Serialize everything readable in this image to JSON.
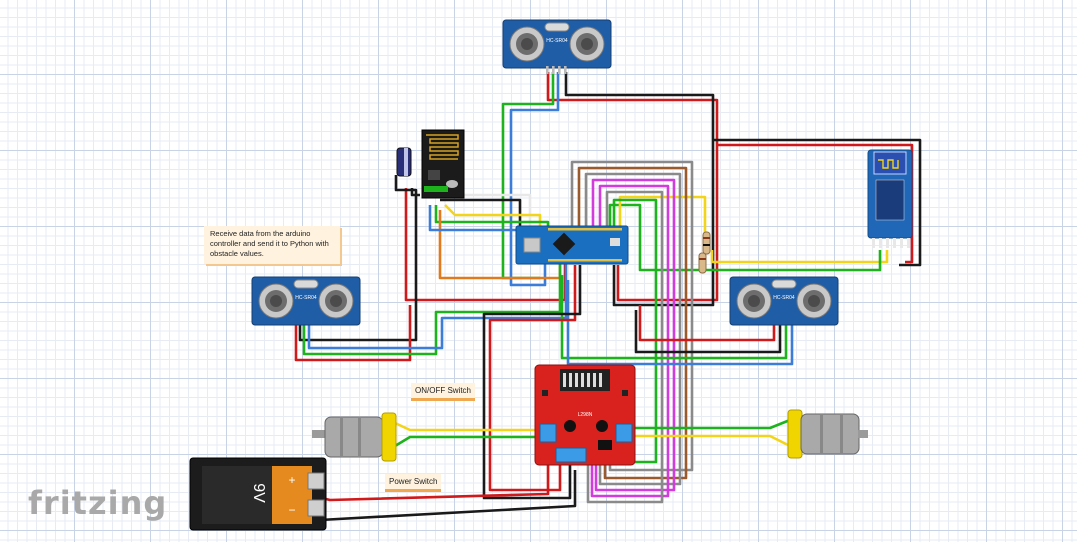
{
  "logo": {
    "text": "fritzing"
  },
  "notes": {
    "arduino_note": "Receive data from the arduino controller and send it to Python with obstacle values.",
    "onoff_switch": "ON/OFF Switch",
    "power_switch": "Power Switch"
  },
  "components": {
    "sensor_label": "HC-SR04",
    "driver_label": "L298N",
    "battery_polarity_plus": "+",
    "battery_polarity_minus": "−",
    "battery_voltage": "9V"
  },
  "wire_colors": {
    "red": "#d0191b",
    "black": "#1a1a1a",
    "green": "#1db31d",
    "blue": "#3b7dd8",
    "yellow": "#f2d51a",
    "orange": "#e07a1d",
    "magenta": "#d23bdc",
    "gray": "#8a8a8a",
    "brown": "#9b5a2b",
    "white": "#f2f2f2"
  }
}
